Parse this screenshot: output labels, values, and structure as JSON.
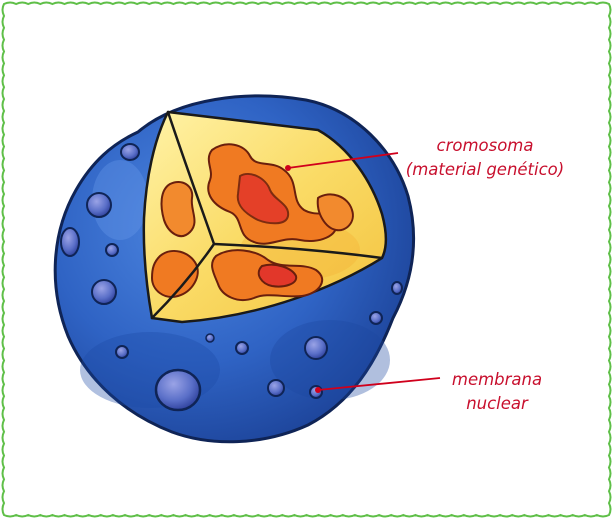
{
  "labels": {
    "chromosome": {
      "line1": "cromosoma",
      "line2": "(material genético)"
    },
    "membrane": {
      "line1": "membrana",
      "line2": "nuclear"
    }
  },
  "colors": {
    "frame_border": "#5fbf48",
    "label_text": "#c8102e",
    "leader_line": "#d0001c",
    "membrane_blue": "#2f63c4",
    "membrane_dark": "#163a86",
    "pore": "#5a6fc8",
    "interior_yellow": "#f9d65c",
    "chromatin_orange": "#f07a22",
    "chromatin_red": "#e2372a"
  },
  "icons": {
    "frame": "wavy-border",
    "illustration": "cell-nucleus-cutaway"
  }
}
